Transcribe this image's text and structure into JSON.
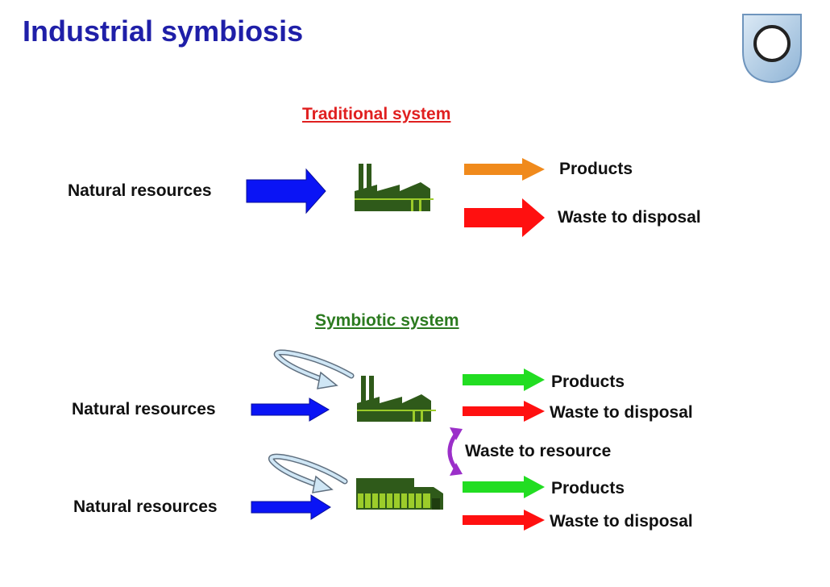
{
  "slide": {
    "title": "Industrial symbiosis"
  },
  "traditional": {
    "heading": "Traditional system",
    "input_label": "Natural resources",
    "products_label": "Products",
    "waste_label": "Waste to disposal"
  },
  "symbiotic": {
    "heading": "Symbiotic system",
    "plant1": {
      "input_label": "Natural resources",
      "products_label": "Products",
      "waste_label": "Waste to disposal"
    },
    "exchange_label": "Waste to resource",
    "plant2": {
      "input_label": "Natural resources",
      "products_label": "Products",
      "waste_label": "Waste to disposal"
    }
  },
  "colors": {
    "title": "#1f1fa8",
    "traditional_heading": "#e02020",
    "symbiotic_heading": "#2b7a1f",
    "input_arrow": "#0a14f5",
    "products_arrow_traditional": "#f08a1c",
    "products_arrow_symbiotic": "#22dd22",
    "waste_arrow": "#ff1010",
    "exchange_arrow": "#9b2fc9",
    "factory_dark": "#2f5a1a",
    "factory_light": "#9ccc2a"
  },
  "icons": {
    "logo": "open-university-shield-icon",
    "factory": "factory-icon",
    "warehouse": "warehouse-icon",
    "loop": "recycle-loop-arrow-icon"
  }
}
